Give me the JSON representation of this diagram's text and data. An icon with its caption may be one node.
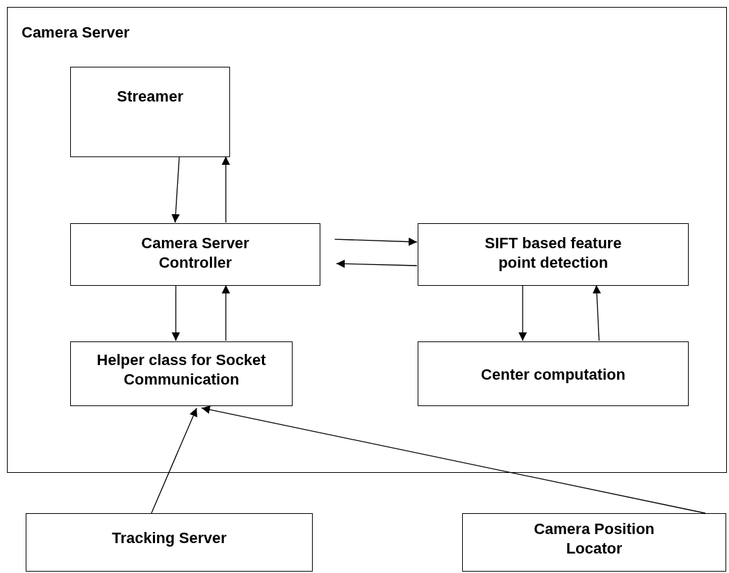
{
  "diagram": {
    "nodes": [
      {
        "text": [
          "Camera Server"
        ]
      },
      {
        "text": [
          "Streamer"
        ],
        "in": 0
      },
      {
        "text": [
          "Camera Server Controller"
        ],
        "in": 0
      },
      {
        "text": [
          "SIFT based feature point detection"
        ],
        "in": 0
      },
      {
        "text": [
          "Helper class for Socket Communication"
        ],
        "in": 0
      },
      {
        "text": [
          "Center computation"
        ],
        "in": 0
      },
      {
        "text": [
          "Tracking Server"
        ]
      },
      {
        "text": [
          "Camera Position Locator"
        ]
      }
    ],
    "edges": [
      {
        "from": 1,
        "to": 2,
        "arrow": "to"
      },
      {
        "from": 2,
        "to": 1,
        "arrow": "to"
      },
      {
        "from": 2,
        "to": 3,
        "arrow": "to"
      },
      {
        "from": 3,
        "to": 2,
        "arrow": "to"
      },
      {
        "from": 3,
        "to": 5,
        "arrow": "to"
      },
      {
        "from": 5,
        "to": 3,
        "arrow": "to"
      },
      {
        "from": 2,
        "to": 4,
        "arrow": "to"
      },
      {
        "from": 4,
        "to": 2,
        "arrow": "to"
      },
      {
        "from": 6,
        "to": 4,
        "arrow": "to"
      },
      {
        "from": 7,
        "to": 4,
        "arrow": "to"
      }
    ]
  }
}
